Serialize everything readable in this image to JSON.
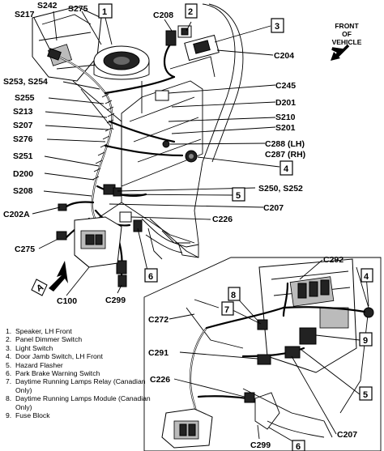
{
  "connector_labels": {
    "S217": "S217",
    "S242": "S242",
    "S275": "S275",
    "C208": "C208",
    "C204": "C204",
    "S253_S254": "S253, S254",
    "C245": "C245",
    "S255": "S255",
    "D201": "D201",
    "S213": "S213",
    "S210": "S210",
    "S207": "S207",
    "S201": "S201",
    "S276": "S276",
    "C288": "C288 (LH)",
    "C287": "C287 (RH)",
    "S251": "S251",
    "D200": "D200",
    "S250_S252": "S250, S252",
    "S208": "S208",
    "C207_main": "C207",
    "C202A": "C202A",
    "C226_main": "C226",
    "C275": "C275",
    "C100": "C100",
    "C299_main": "C299",
    "C292": "C292",
    "C272": "C272",
    "C291": "C291",
    "C226_inset": "C226",
    "C299_inset": "C299",
    "C207_inset": "C207"
  },
  "callouts": {
    "c1": "1",
    "c2": "2",
    "c3": "3",
    "c4": "4",
    "c5": "5",
    "c6": "6",
    "i8": "8",
    "i7": "7",
    "i4": "4",
    "i9": "9",
    "i5": "5",
    "i6": "6"
  },
  "orientation": {
    "front_of_vehicle": [
      "FRONT",
      "OF",
      "VEHICLE"
    ],
    "view": "A"
  },
  "legend": [
    {
      "num": "1.",
      "text": "Speaker, LH Front"
    },
    {
      "num": "2.",
      "text": "Panel Dimmer Switch"
    },
    {
      "num": "3.",
      "text": "Light Switch"
    },
    {
      "num": "4.",
      "text": "Door Jamb Switch, LH Front"
    },
    {
      "num": "5.",
      "text": "Hazard Flasher"
    },
    {
      "num": "6.",
      "text": "Park Brake Warning Switch"
    },
    {
      "num": "7.",
      "text": "Daytime Running Lamps Relay (Canadian Only)"
    },
    {
      "num": "8.",
      "text": "Daytime Running Lamps Module (Canadian Only)"
    },
    {
      "num": "9.",
      "text": "Fuse Block"
    }
  ]
}
